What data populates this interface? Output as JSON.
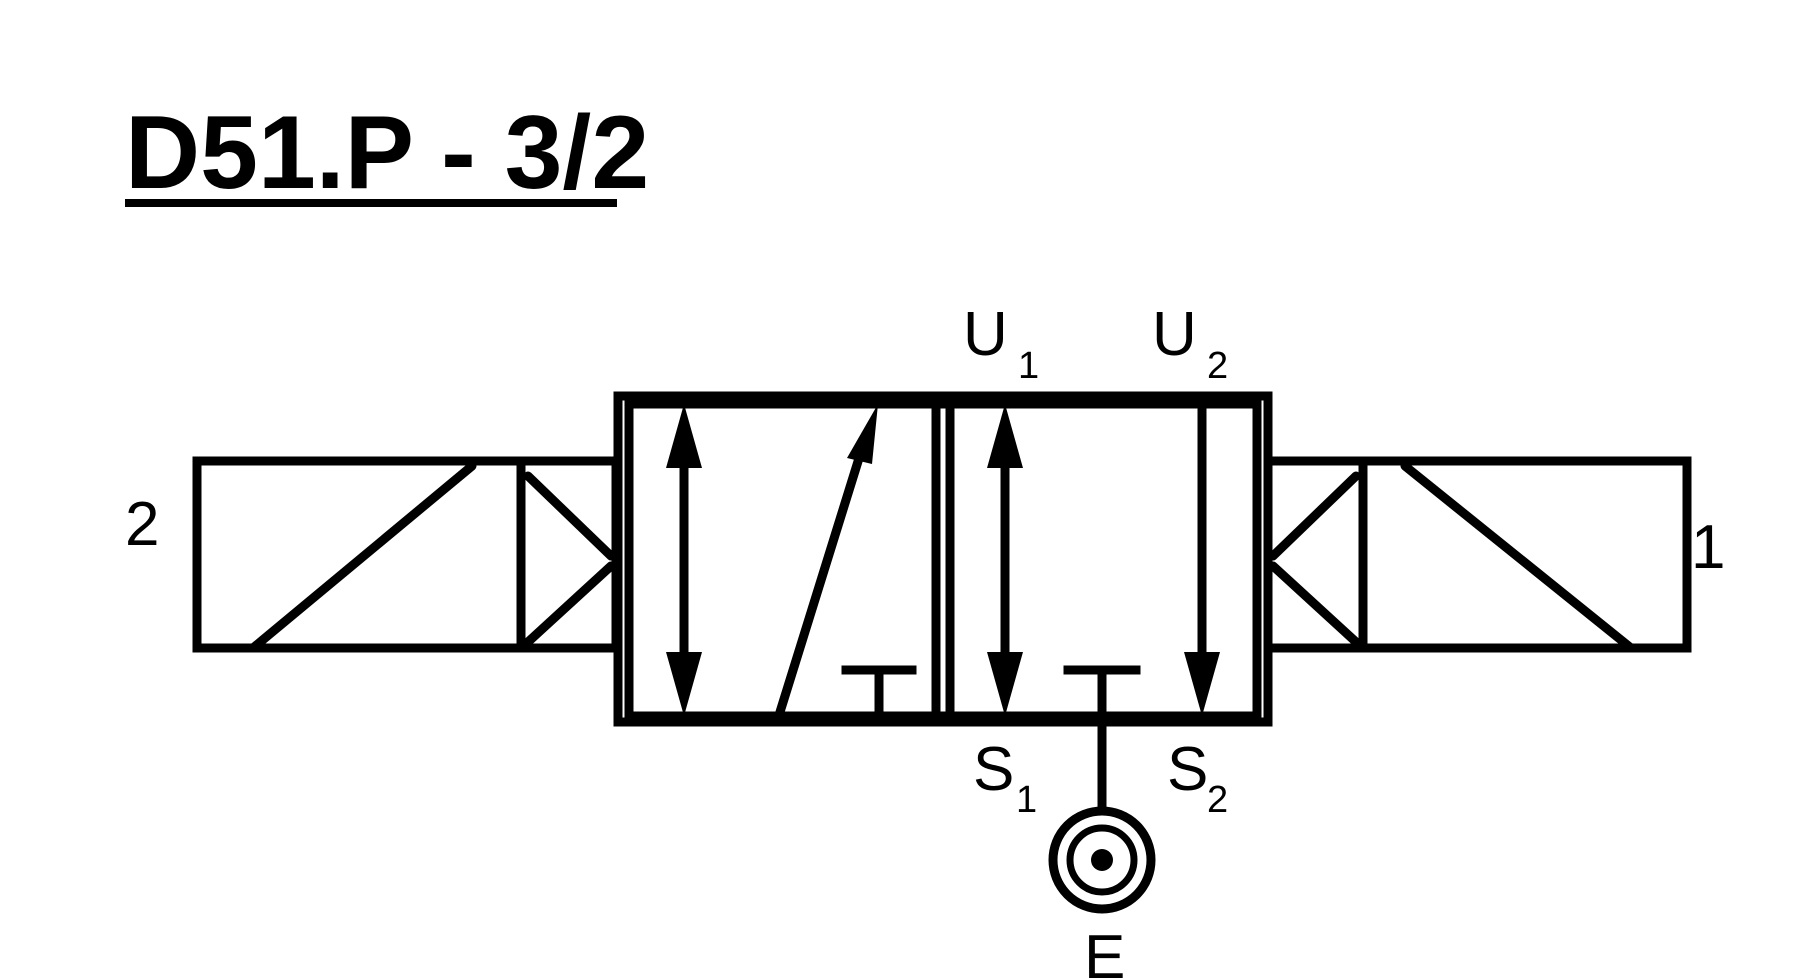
{
  "title": "D51.P - 3/2",
  "labels": {
    "solenoid_left": "2",
    "solenoid_right": "1",
    "port_u1_letter": "U",
    "port_u1_sub": "1",
    "port_u2_letter": "U",
    "port_u2_sub": "2",
    "port_s1_letter": "S",
    "port_s1_sub": "1",
    "port_s2_letter": "S",
    "port_s2_sub": "2",
    "port_e": "E"
  },
  "colors": {
    "line": "#000000",
    "background": "#ffffff"
  }
}
